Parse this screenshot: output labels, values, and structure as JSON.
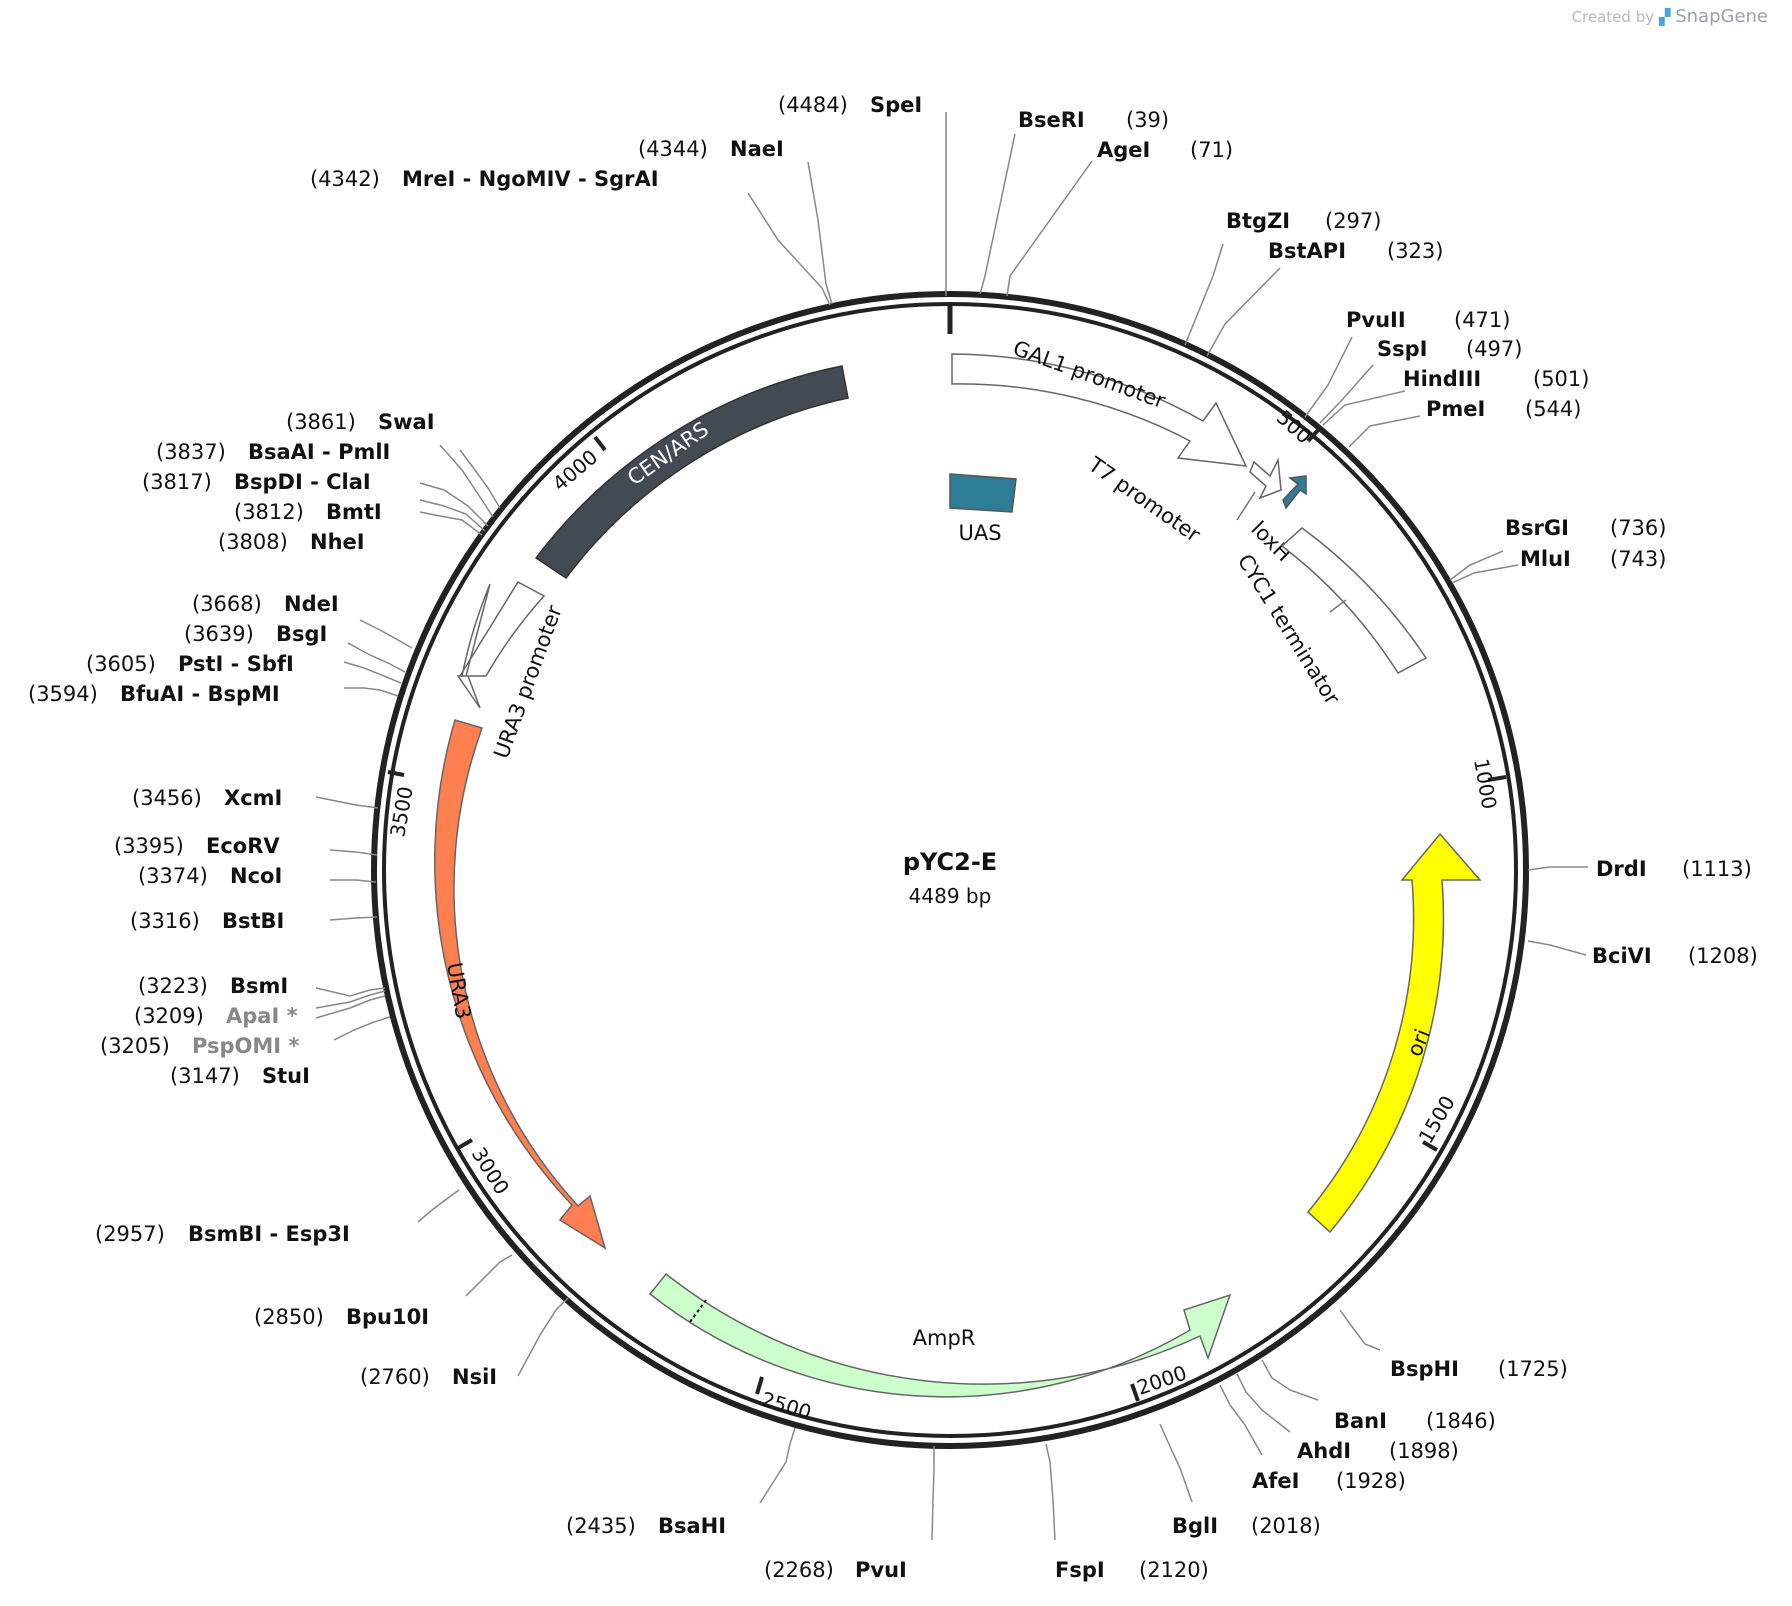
{
  "credit": {
    "prefix": "Created by",
    "brand": "SnapGene"
  },
  "plasmid": {
    "name": "pYC2-E",
    "size_label": "4489 bp",
    "length": 4489
  },
  "ticks": [
    "500",
    "1000",
    "1500",
    "2000",
    "2500",
    "3000",
    "3500",
    "4000"
  ],
  "features": [
    {
      "label": "GAL1 promoter",
      "type": "promoter",
      "fill": "#ffffff"
    },
    {
      "label": "T7 promoter",
      "type": "promoter",
      "fill": "#ffffff"
    },
    {
      "label": "loxH",
      "type": "protein_bind",
      "fill": "#2e7d96"
    },
    {
      "label": "CYC1 terminator",
      "type": "terminator",
      "fill": "#ffffff"
    },
    {
      "label": "UAS",
      "type": "enhancer",
      "fill": "#2e7d96"
    },
    {
      "label": "ori",
      "type": "rep_origin",
      "fill": "#ffff00"
    },
    {
      "label": "AmpR",
      "type": "CDS",
      "fill": "#ccffcc"
    },
    {
      "label": "URA3",
      "type": "CDS",
      "fill": "#ff7f50"
    },
    {
      "label": "URA3 promoter",
      "type": "promoter",
      "fill": "#ffffff"
    },
    {
      "label": "CEN/ARS",
      "type": "misc",
      "fill": "#434a54"
    }
  ],
  "sites": [
    {
      "pos": "(39)",
      "name": "BseRI"
    },
    {
      "pos": "(71)",
      "name": "AgeI"
    },
    {
      "pos": "(297)",
      "name": "BtgZI"
    },
    {
      "pos": "(323)",
      "name": "BstAPI"
    },
    {
      "pos": "(471)",
      "name": "PvuII"
    },
    {
      "pos": "(497)",
      "name": "SspI"
    },
    {
      "pos": "(501)",
      "name": "HindIII"
    },
    {
      "pos": "(544)",
      "name": "PmeI"
    },
    {
      "pos": "(736)",
      "name": "BsrGI"
    },
    {
      "pos": "(743)",
      "name": "MluI"
    },
    {
      "pos": "(1113)",
      "name": "DrdI"
    },
    {
      "pos": "(1208)",
      "name": "BciVI"
    },
    {
      "pos": "(1725)",
      "name": "BspHI"
    },
    {
      "pos": "(1846)",
      "name": "BanI"
    },
    {
      "pos": "(1898)",
      "name": "AhdI"
    },
    {
      "pos": "(1928)",
      "name": "AfeI"
    },
    {
      "pos": "(2018)",
      "name": "BglI"
    },
    {
      "pos": "(2120)",
      "name": "FspI"
    },
    {
      "pos": "(2268)",
      "name": "PvuI"
    },
    {
      "pos": "(2435)",
      "name": "BsaHI"
    },
    {
      "pos": "(2760)",
      "name": "NsiI"
    },
    {
      "pos": "(2850)",
      "name": "Bpu10I"
    },
    {
      "pos": "(2957)",
      "name": "BsmBI  - Esp3I"
    },
    {
      "pos": "(3147)",
      "name": "StuI"
    },
    {
      "pos": "(3205)",
      "name": "PspOMI *",
      "muted": true
    },
    {
      "pos": "(3209)",
      "name": "ApaI *",
      "muted": true
    },
    {
      "pos": "(3223)",
      "name": "BsmI"
    },
    {
      "pos": "(3316)",
      "name": "BstBI"
    },
    {
      "pos": "(3374)",
      "name": "NcoI"
    },
    {
      "pos": "(3395)",
      "name": "EcoRV"
    },
    {
      "pos": "(3456)",
      "name": "XcmI"
    },
    {
      "pos": "(3594)",
      "name": "BfuAI  - BspMI"
    },
    {
      "pos": "(3605)",
      "name": "PstI  - SbfI"
    },
    {
      "pos": "(3639)",
      "name": "BsgI"
    },
    {
      "pos": "(3668)",
      "name": "NdeI"
    },
    {
      "pos": "(3808)",
      "name": "NheI"
    },
    {
      "pos": "(3812)",
      "name": "BmtI"
    },
    {
      "pos": "(3817)",
      "name": "BspDI  - ClaI"
    },
    {
      "pos": "(3837)",
      "name": "BsaAI  - PmlI"
    },
    {
      "pos": "(3861)",
      "name": "SwaI"
    },
    {
      "pos": "(4342)",
      "name": "MreI  - NgoMIV  - SgrAI"
    },
    {
      "pos": "(4344)",
      "name": "NaeI"
    },
    {
      "pos": "(4484)",
      "name": "SpeI"
    }
  ]
}
